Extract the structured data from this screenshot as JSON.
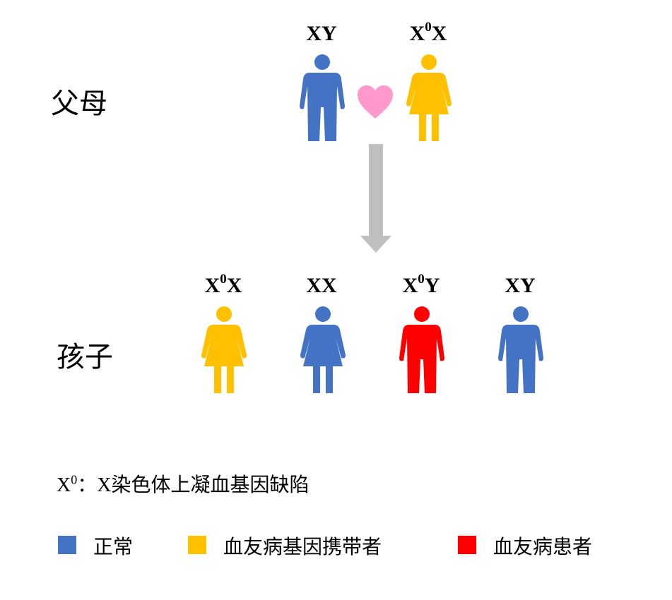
{
  "colors": {
    "normal": "#4472C4",
    "carrier": "#FFC000",
    "patient": "#FF0000",
    "heart": "#FF99CC",
    "arrow": "#BFBFBF"
  },
  "labels": {
    "parents": "父母",
    "children": "孩子"
  },
  "parents": [
    {
      "genotype": [
        "X",
        "",
        "Y"
      ],
      "sex": "male",
      "status": "normal"
    },
    {
      "genotype": [
        "X",
        "0",
        "X"
      ],
      "sex": "female",
      "status": "carrier"
    }
  ],
  "children": [
    {
      "genotype": [
        "X",
        "0",
        "X"
      ],
      "sex": "female",
      "status": "carrier"
    },
    {
      "genotype": [
        "X",
        "",
        "X"
      ],
      "sex": "female",
      "status": "normal"
    },
    {
      "genotype": [
        "X",
        "0",
        "Y"
      ],
      "sex": "male",
      "status": "patient"
    },
    {
      "genotype": [
        "X",
        "",
        "Y"
      ],
      "sex": "male",
      "status": "normal"
    }
  ],
  "note": {
    "symbol": "X",
    "sup": "0",
    "text": "：X染色体上凝血基因缺陷"
  },
  "legend": [
    {
      "label": "正常",
      "status": "normal"
    },
    {
      "label": "血友病基因携带者",
      "status": "carrier"
    },
    {
      "label": "血友病患者",
      "status": "patient"
    }
  ]
}
